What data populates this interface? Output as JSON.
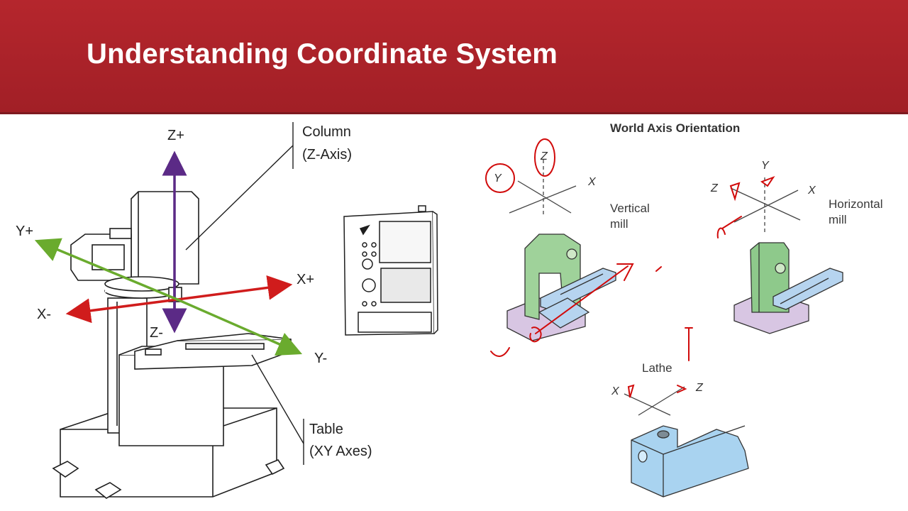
{
  "slide": {
    "title": "Understanding Coordinate System"
  },
  "machine": {
    "callout_column": [
      "Column",
      "(Z-Axis)"
    ],
    "callout_table": [
      "Table",
      "(XY Axes)"
    ],
    "axis_labels": {
      "z_plus": "Z+",
      "z_minus": "Z-",
      "x_plus": "X+",
      "x_minus": "X-",
      "y_plus": "Y+",
      "y_minus": "Y-"
    }
  },
  "world_axis": {
    "heading": "World Axis Orientation",
    "vertical_mill": {
      "label": [
        "Vertical",
        "mill"
      ],
      "x": "X",
      "y": "Y",
      "z": "Z"
    },
    "horizontal_mill": {
      "label": [
        "Horizontal",
        "mill"
      ],
      "x": "X",
      "y": "Y",
      "z": "Z"
    },
    "lathe": {
      "label": "Lathe",
      "x": "X",
      "z": "Z"
    }
  },
  "colors": {
    "header": "#a11f26",
    "z_axis": "#5b2a86",
    "x_axis": "#d01c1c",
    "y_axis": "#6aab2e",
    "annotation": "#d10b0b"
  }
}
